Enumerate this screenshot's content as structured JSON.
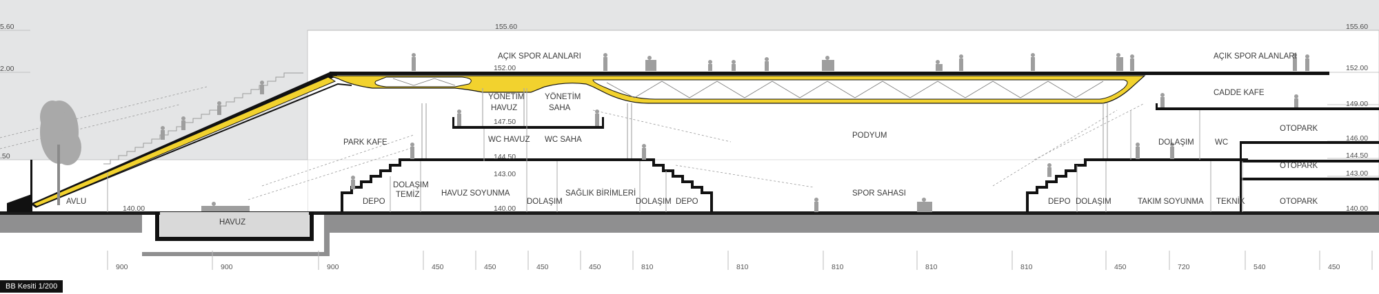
{
  "caption": "BB Kesiti 1/200",
  "levels": {
    "l155_60": "155.60",
    "l152_00": "152.00",
    "l149_00": "149.00",
    "l147_50": "147.50",
    "l146_00": "146.00",
    "l144_50": "144.50",
    "l143_00": "143.00",
    "l140_00": "140.00",
    "left_155": "5.60",
    "left_152": "2.00",
    "left_145": ".50"
  },
  "rooms": {
    "acik_spor_1": "AÇIK SPOR ALANLARI",
    "acik_spor_2": "AÇIK SPOR ALANLARI",
    "park_kafe": "PARK KAFE",
    "yonetim_havuz": "YÖNETİM HAVUZ",
    "yonetim_saha": "YÖNETİM SAHA",
    "wc_havuz": "WC HAVUZ",
    "wc_saha": "WC SAHA",
    "podyum": "PODYUM",
    "cadde_kafe": "CADDE KAFE",
    "otopark_1": "OTOPARK",
    "otopark_2": "OTOPARK",
    "otopark_3": "OTOPARK",
    "dolasim_r": "DOLAŞIM",
    "wc_r": "WC",
    "avlu": "AVLU",
    "havuz": "HAVUZ",
    "depo_1": "DEPO",
    "dolasim_temiz": "DOLAŞIM TEMİZ",
    "havuz_soyunma": "HAVUZ SOYUNMA",
    "dolasim_1": "DOLAŞIM",
    "saglik": "SAĞLIK BİRİMLERİ",
    "dolasim_2": "DOLAŞIM",
    "depo_2": "DEPO",
    "spor_sahasi": "SPOR SAHASI",
    "depo_3": "DEPO",
    "dolasim_3": "DOLAŞIM",
    "takim_soyunma": "TAKIM SOYUNMA",
    "teknik": "TEKNİK"
  },
  "dimensions": [
    "900",
    "900",
    "900",
    "450",
    "450",
    "450",
    "450",
    "810",
    "810",
    "810",
    "810",
    "810",
    "450",
    "720",
    "540",
    "450"
  ],
  "colors": {
    "truss_yellow": "#f2d22e",
    "ground_gray": "#8f8f90",
    "sky_gray": "#e4e5e6",
    "slab_black": "#111111"
  }
}
